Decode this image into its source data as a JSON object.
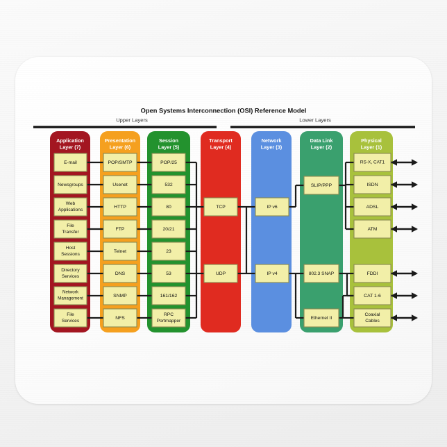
{
  "title": "Open Systems Interconnection (OSI) Reference Model",
  "groups": {
    "upper": "Upper Layers",
    "lower": "Lower Layers"
  },
  "colors": {
    "application": "#a31621",
    "presentation": "#f5a01f",
    "session": "#23922e",
    "transport": "#e02b20",
    "network": "#5b8fe0",
    "datalink": "#3aa06e",
    "physical": "#a8c13c",
    "box_fill": "#f2efa8",
    "box_stroke": "#8a8a52",
    "line": "#1a1a1a",
    "mousepad": "#fdfdfd",
    "backdrop": "#f2f2f2"
  },
  "layers": [
    {
      "id": "application",
      "header": "Application\nLayer (7)",
      "header_line1": "Application",
      "header_line2": "Layer (7)",
      "items": [
        "E-mail",
        "Newsgroups",
        "Web Applications",
        "File Transfer",
        "Host Sessions",
        "Directory Services",
        "Network Management",
        "File Services"
      ]
    },
    {
      "id": "presentation",
      "header_line1": "Presentation",
      "header_line2": "Layer (6)",
      "items": [
        "POP/SMTP",
        "Usenet",
        "HTTP",
        "FTP",
        "Telnet",
        "DNS",
        "SNMP",
        "NFS"
      ]
    },
    {
      "id": "session",
      "header_line1": "Session",
      "header_line2": "Layer (5)",
      "items": [
        "POP/25",
        "532",
        "80",
        "20/21",
        "23",
        "53",
        "161/162",
        "RPC Portmapper"
      ]
    },
    {
      "id": "transport",
      "header_line1": "Transport",
      "header_line2": "Layer (4)",
      "items": [
        "TCP",
        "UDP"
      ]
    },
    {
      "id": "network",
      "header_line1": "Network",
      "header_line2": "Layer (3)",
      "items": [
        "IP v6",
        "IP v4"
      ]
    },
    {
      "id": "datalink",
      "header_line1": "Data Link",
      "header_line2": "Layer (2)",
      "items": [
        "SLIP/PPP",
        "802.3 SNAP",
        "Ethernet II"
      ]
    },
    {
      "id": "physical",
      "header_line1": "Physical",
      "header_line2": "Layer (1)",
      "items": [
        "RS-X, CAT1",
        "ISDN",
        "ADSL",
        "ATM",
        "FDDI",
        "CAT 1-6",
        "Coaxial Cables"
      ]
    }
  ]
}
